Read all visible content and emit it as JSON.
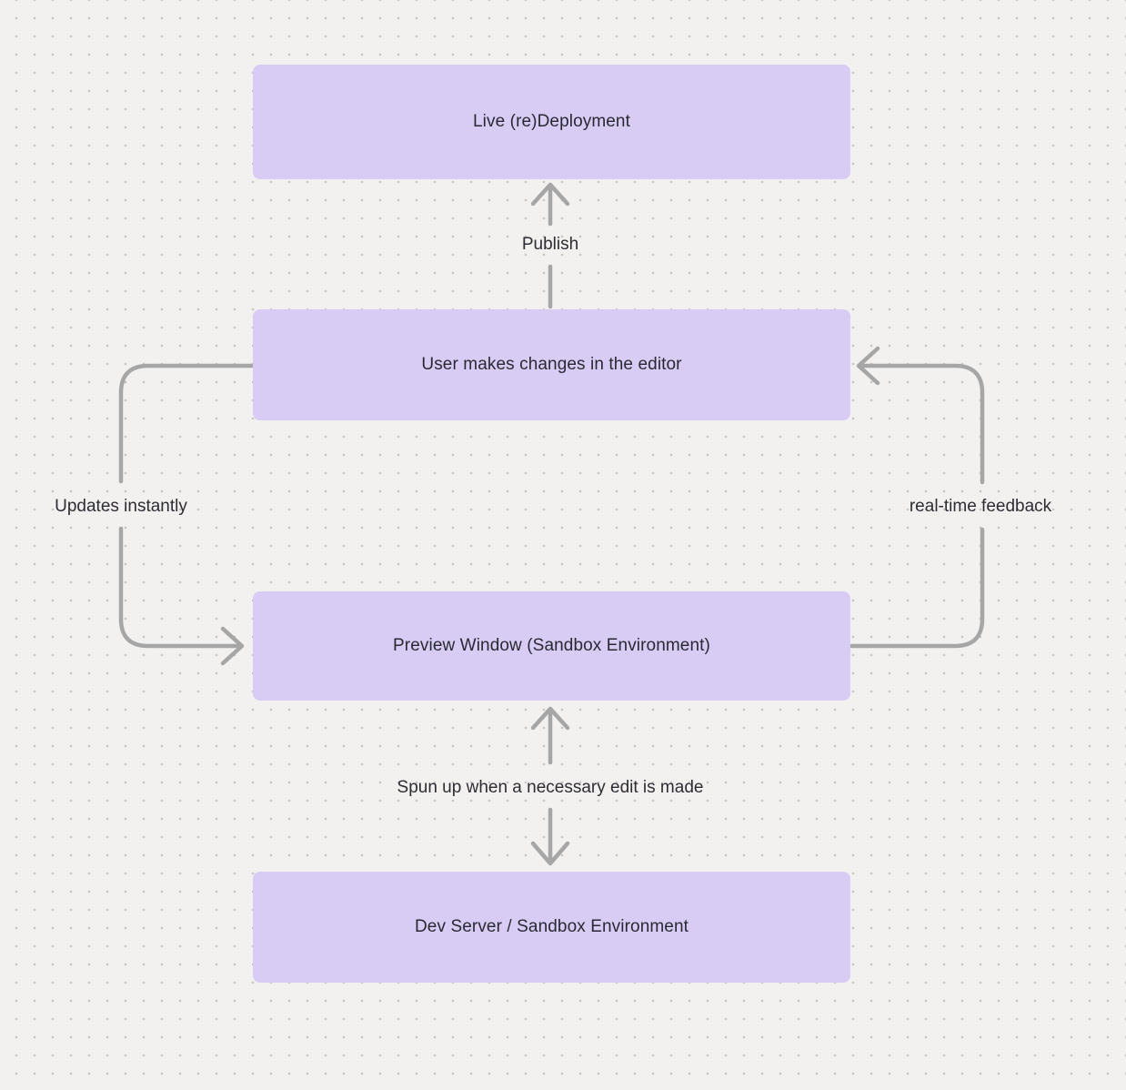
{
  "diagram": {
    "type": "flowchart",
    "nodes": [
      {
        "id": "live-redeployment",
        "label": "Live (re)Deployment"
      },
      {
        "id": "user-editor",
        "label": "User makes changes in the editor"
      },
      {
        "id": "preview-window",
        "label": "Preview Window (Sandbox Environment)"
      },
      {
        "id": "dev-server",
        "label": "Dev Server / Sandbox Environment"
      }
    ],
    "edges": [
      {
        "id": "publish",
        "from": "user-editor",
        "to": "live-redeployment",
        "label": "Publish",
        "direction": "up"
      },
      {
        "id": "updates-instantly",
        "from": "user-editor",
        "to": "preview-window",
        "label": "Updates instantly",
        "direction": "left-loop-down"
      },
      {
        "id": "real-time-feedback",
        "from": "preview-window",
        "to": "user-editor",
        "label": "real-time feedback",
        "direction": "right-loop-up"
      },
      {
        "id": "spun-up",
        "from": "preview-window",
        "to": "dev-server",
        "label": "Spun up when a necessary edit is made",
        "direction": "bidirectional"
      }
    ],
    "colors": {
      "background": "#f2f1ef",
      "dot_grid": "#c7c5c3",
      "node_fill": "#d8ccf5",
      "node_text": "#2a2933",
      "arrow": "#a6a6a6",
      "label_text": "#2d2d33"
    }
  }
}
